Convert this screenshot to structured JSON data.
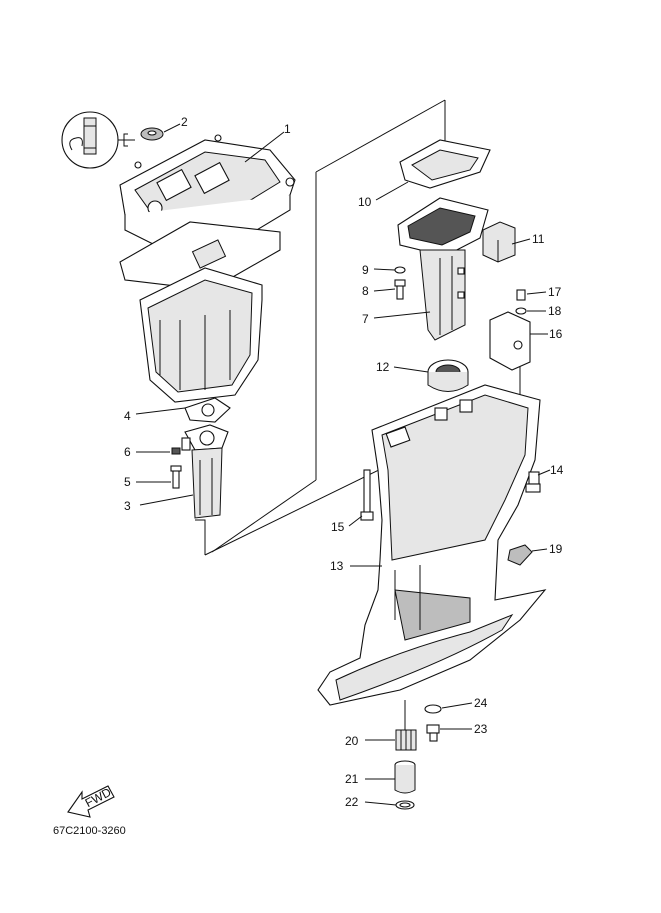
{
  "diagram": {
    "part_code": "67C2100-3260",
    "fwd_label": "FWD",
    "callouts": [
      {
        "id": "1",
        "label": "1"
      },
      {
        "id": "2",
        "label": "2"
      },
      {
        "id": "3",
        "label": "3"
      },
      {
        "id": "4",
        "label": "4"
      },
      {
        "id": "5",
        "label": "5"
      },
      {
        "id": "6",
        "label": "6"
      },
      {
        "id": "7",
        "label": "7"
      },
      {
        "id": "8",
        "label": "8"
      },
      {
        "id": "9",
        "label": "9"
      },
      {
        "id": "10",
        "label": "10"
      },
      {
        "id": "11",
        "label": "11"
      },
      {
        "id": "12",
        "label": "12"
      },
      {
        "id": "13",
        "label": "13"
      },
      {
        "id": "14",
        "label": "14"
      },
      {
        "id": "15",
        "label": "15"
      },
      {
        "id": "16",
        "label": "16"
      },
      {
        "id": "17",
        "label": "17"
      },
      {
        "id": "18",
        "label": "18"
      },
      {
        "id": "19",
        "label": "19"
      },
      {
        "id": "20",
        "label": "20"
      },
      {
        "id": "21",
        "label": "21"
      },
      {
        "id": "22",
        "label": "22"
      },
      {
        "id": "23",
        "label": "23"
      },
      {
        "id": "24",
        "label": "24"
      }
    ]
  }
}
